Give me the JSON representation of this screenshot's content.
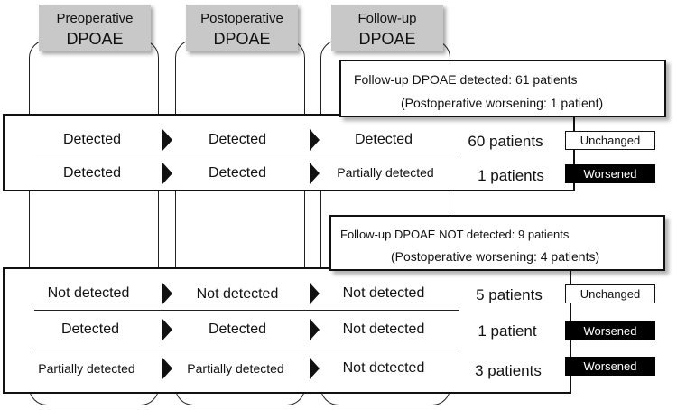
{
  "columns": [
    {
      "line1": "Preoperative",
      "line2": "DPOAE"
    },
    {
      "line1": "Postoperative",
      "line2": "DPOAE"
    },
    {
      "line1": "Follow-up",
      "line2": "DPOAE"
    }
  ],
  "group1": {
    "callout_line1": "Follow-up DPOAE detected: 61 patients",
    "callout_line2": "(Postoperative worsening: 1 patient)",
    "rows": [
      {
        "pre": "Detected",
        "post": "Detected",
        "follow": "Detected",
        "count": "60 patients",
        "status": "Unchanged"
      },
      {
        "pre": "Detected",
        "post": "Detected",
        "follow": "Partially detected",
        "count": "1 patients",
        "status": "Worsened"
      }
    ]
  },
  "group2": {
    "callout_line1": "Follow-up DPOAE NOT detected: 9 patients",
    "callout_line2": "(Postoperative worsening: 4 patients)",
    "rows": [
      {
        "pre": "Not detected",
        "post": "Not detected",
        "follow": "Not detected",
        "count": "5 patients",
        "status": "Unchanged"
      },
      {
        "pre": "Detected",
        "post": "Detected",
        "follow": "Not detected",
        "count": "1 patient",
        "status": "Worsened"
      },
      {
        "pre": "Partially detected",
        "post": "Partially detected",
        "follow": "Not detected",
        "count": "3 patients",
        "status": "Worsened"
      }
    ]
  },
  "colors": {
    "header_fill": "#c8c8c8",
    "worsened_fill": "#000000",
    "unchanged_fill": "#ffffff"
  }
}
